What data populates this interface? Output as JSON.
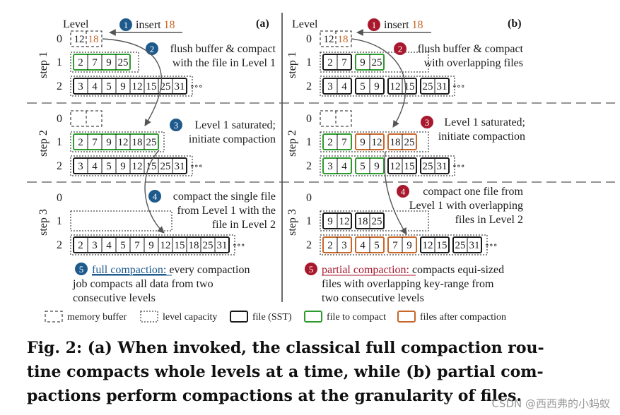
{
  "colors": {
    "file_border": "#1a1a1a",
    "compact_green": "#2e9b2e",
    "orange": "#c8672a",
    "blue_circle": "#1f5a8c",
    "red_circle": "#a8192e",
    "arrow": "#555555",
    "dash_gray": "#777777"
  },
  "level_header": "Level",
  "step_labels": [
    "step 1",
    "step 2",
    "step 3"
  ],
  "panel_a": {
    "tag": "(a)",
    "circle_color": "blue",
    "ann1_text": "insert ",
    "ann1_value": "18",
    "ann2": [
      "flush buffer & compact",
      "with the file in Level 1"
    ],
    "ann3": [
      "Level 1 saturated;",
      "initiate compaction"
    ],
    "ann4": [
      "compact the single file",
      "from Level 1 with the",
      "file in Level 2"
    ],
    "ann5_link": "full compaction:",
    "ann5_rest": " every compaction",
    "ann5_lines": [
      "job compacts all data from two",
      "consecutive levels"
    ],
    "steps": [
      {
        "levels": [
          {
            "num": "0",
            "buffer": [
              "12",
              "18"
            ],
            "buffer_colors": [
              "k",
              "o"
            ]
          },
          {
            "num": "1",
            "files": [
              {
                "keys": [
                  "2",
                  "7",
                  "9",
                  "25"
                ],
                "style": "green"
              }
            ]
          },
          {
            "num": "2",
            "files": [
              {
                "keys": [
                  "3",
                  "4",
                  "5",
                  "9",
                  "12",
                  "15",
                  "25",
                  "31"
                ],
                "style": "black"
              }
            ],
            "more": "∘∘∘"
          }
        ]
      },
      {
        "levels": [
          {
            "num": "0",
            "buffer": [
              "",
              ""
            ]
          },
          {
            "num": "1",
            "files": [
              {
                "keys": [
                  "2",
                  "7",
                  "9",
                  "12",
                  "18",
                  "25"
                ],
                "style": "green"
              }
            ]
          },
          {
            "num": "2",
            "files": [
              {
                "keys": [
                  "3",
                  "4",
                  "5",
                  "9",
                  "12",
                  "15",
                  "25",
                  "31"
                ],
                "style": "black"
              }
            ],
            "more": "∘∘∘"
          }
        ]
      },
      {
        "levels": [
          {
            "num": "0",
            "buffer": null
          },
          {
            "num": "1",
            "files": []
          },
          {
            "num": "2",
            "files": [
              {
                "keys": [
                  "2",
                  "3",
                  "4",
                  "5",
                  "7",
                  "9",
                  "12",
                  "15",
                  "18",
                  "25",
                  "31"
                ],
                "style": "black"
              }
            ],
            "more": "∘∘∘"
          }
        ]
      }
    ]
  },
  "panel_b": {
    "tag": "(b)",
    "circle_color": "red",
    "ann1_text": "insert ",
    "ann1_value": "18",
    "ann2": [
      "flush buffer & compact",
      "with overlapping files"
    ],
    "ann3": [
      "Level 1 saturated;",
      "initiate compaction"
    ],
    "ann4": [
      "compact one file from",
      "Level 1 with overlapping",
      "files in Level 2"
    ],
    "ann5_link": "partial compaction:",
    "ann5_rest": " compacts equi-sized",
    "ann5_lines": [
      "files with overlapping key-range from",
      "two consecutive levels"
    ],
    "steps": [
      {
        "levels": [
          {
            "num": "0",
            "buffer": [
              "12",
              "18"
            ],
            "buffer_colors": [
              "k",
              "o"
            ]
          },
          {
            "num": "1",
            "files": [
              {
                "keys": [
                  "2",
                  "7"
                ],
                "style": "black"
              },
              {
                "keys": [
                  "9",
                  "25"
                ],
                "style": "green"
              }
            ]
          },
          {
            "num": "2",
            "files": [
              {
                "keys": [
                  "3",
                  "4"
                ],
                "style": "black"
              },
              {
                "keys": [
                  "5",
                  "9"
                ],
                "style": "black"
              },
              {
                "keys": [
                  "12",
                  "15"
                ],
                "style": "black"
              },
              {
                "keys": [
                  "25",
                  "31"
                ],
                "style": "black"
              }
            ],
            "more": "∘∘∘"
          }
        ]
      },
      {
        "levels": [
          {
            "num": "0",
            "buffer": [
              "",
              ""
            ]
          },
          {
            "num": "1",
            "files": [
              {
                "keys": [
                  "2",
                  "7"
                ],
                "style": "green"
              },
              {
                "keys": [
                  "9",
                  "12"
                ],
                "style": "orange"
              },
              {
                "keys": [
                  "18",
                  "25"
                ],
                "style": "orange"
              }
            ]
          },
          {
            "num": "2",
            "files": [
              {
                "keys": [
                  "3",
                  "4"
                ],
                "style": "green"
              },
              {
                "keys": [
                  "5",
                  "9"
                ],
                "style": "green"
              },
              {
                "keys": [
                  "12",
                  "15"
                ],
                "style": "black"
              },
              {
                "keys": [
                  "25",
                  "31"
                ],
                "style": "black"
              }
            ],
            "more": "∘∘∘"
          }
        ]
      },
      {
        "levels": [
          {
            "num": "0",
            "buffer": null
          },
          {
            "num": "1",
            "files": [
              {
                "keys": [
                  "9",
                  "12"
                ],
                "style": "black"
              },
              {
                "keys": [
                  "18",
                  "25"
                ],
                "style": "black"
              }
            ]
          },
          {
            "num": "2",
            "files": [
              {
                "keys": [
                  "2",
                  "3"
                ],
                "style": "orange"
              },
              {
                "keys": [
                  "4",
                  "5"
                ],
                "style": "orange"
              },
              {
                "keys": [
                  "7",
                  "9"
                ],
                "style": "orange"
              },
              {
                "keys": [
                  "12",
                  "15"
                ],
                "style": "black"
              },
              {
                "keys": [
                  "25",
                  "31"
                ],
                "style": "black"
              }
            ],
            "more": "∘∘∘"
          }
        ]
      }
    ]
  },
  "legend": {
    "memory_buffer": "memory buffer",
    "level_capacity": "level capacity",
    "file_sst": "file (SST)",
    "file_to_compact": "file to compact",
    "files_after": "files after compaction"
  },
  "caption": [
    "Fig. 2: (a) When invoked, the classical full compaction rou-",
    "tine compacts whole levels at a time, while (b) partial com-",
    "pactions perform compactions at the granularity of files."
  ],
  "watermark": "CSDN @西西弗的小蚂蚁"
}
